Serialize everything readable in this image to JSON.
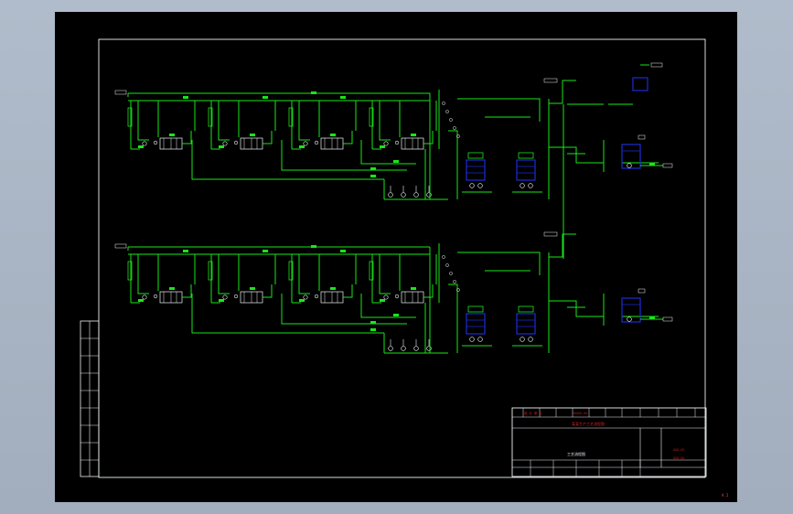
{
  "colors": {
    "background": "#000000",
    "pipe": "#19e619",
    "frame": "#eef2f5",
    "vessel": "#1d2bd6",
    "accent_line": "#c23fd6",
    "title_red": "#e01e1e"
  },
  "corner_tag": "A 2",
  "title_block": {
    "top_left_red": "设 计 单 位",
    "top_code_red": "XXXXX-XX",
    "drawing_title_red": "某某生产工艺流程图",
    "drawing_name": "工艺流程图",
    "right_code_1": "XXX-XX",
    "right_code_2": "XXX-XX"
  },
  "unit_sections": [
    {
      "id": "upper"
    },
    {
      "id": "lower"
    }
  ]
}
